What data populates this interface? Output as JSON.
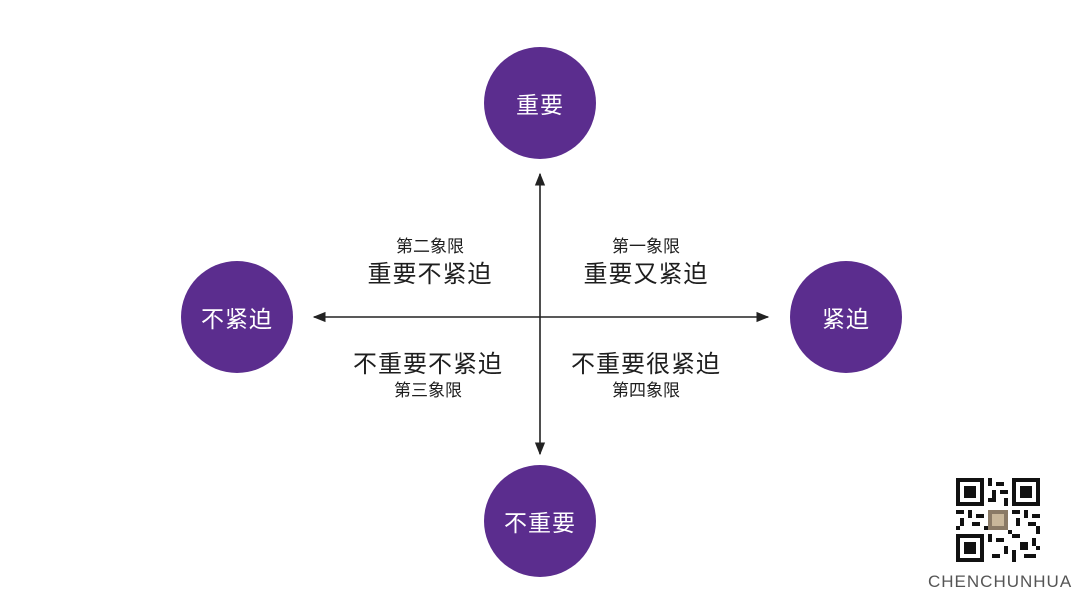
{
  "colors": {
    "circle": "#5b2d8e",
    "axis": "#222222",
    "text": "#1e1e1e",
    "brand": "#555555"
  },
  "axes": {
    "top": "重要",
    "bottom": "不重要",
    "left": "不紧迫",
    "right": "紧迫"
  },
  "quadrants": {
    "q1": {
      "small": "第一象限",
      "big": "重要又紧迫"
    },
    "q2": {
      "small": "第二象限",
      "big": "重要不紧迫"
    },
    "q3": {
      "small": "第三象限",
      "big": "不重要不紧迫"
    },
    "q4": {
      "small": "第四象限",
      "big": "不重要很紧迫"
    }
  },
  "brand": {
    "name": "CHENCHUNHUA",
    "qr_icon": "qr-code-icon"
  }
}
